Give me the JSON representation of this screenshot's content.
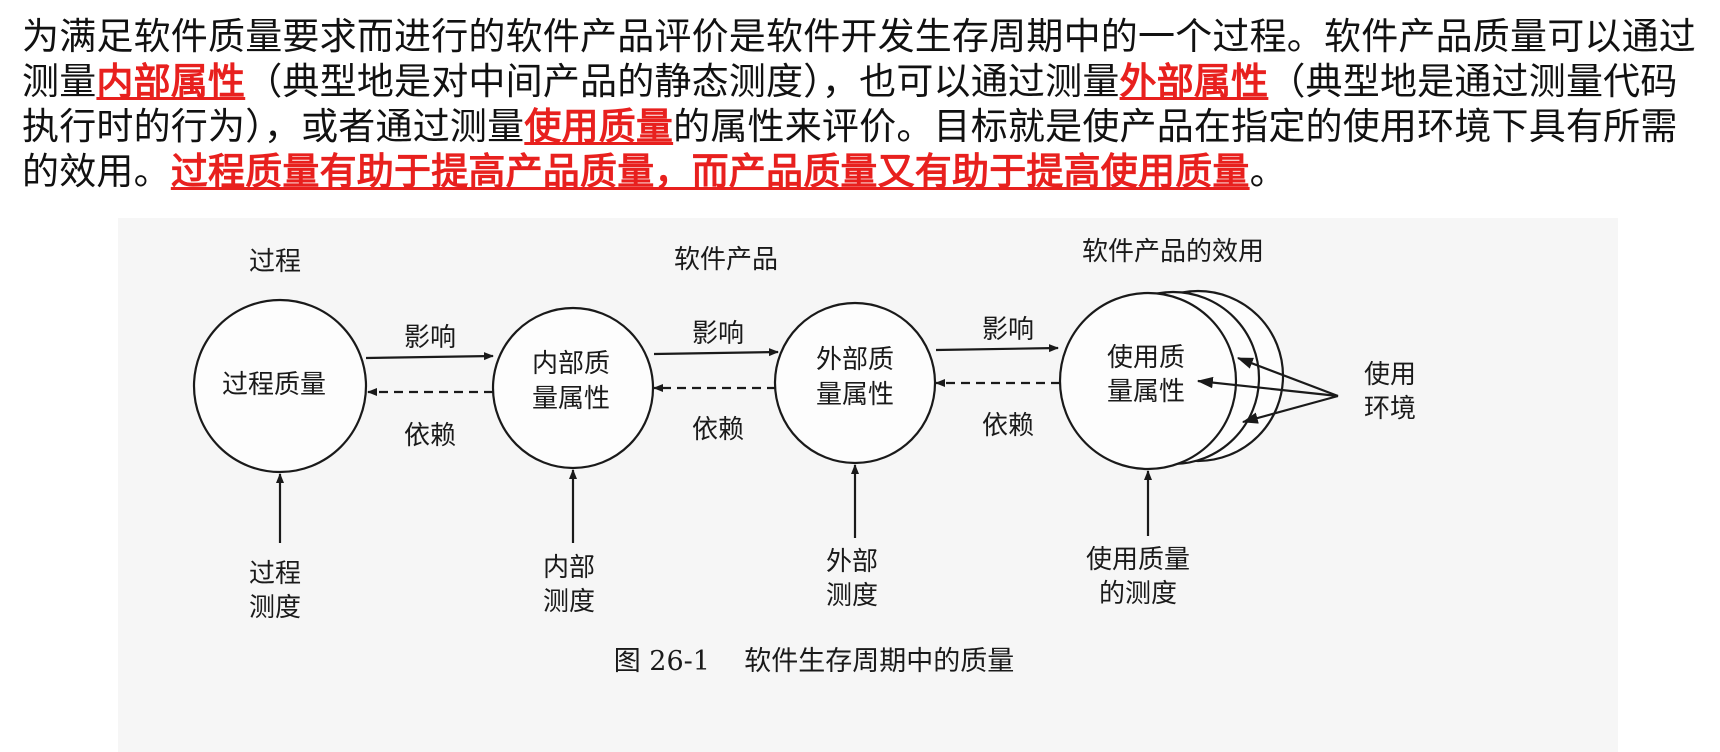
{
  "paragraph": {
    "seg1": "为满足软件质量要求而进行的软件产品评价是软件开发生存周期中的一个过程。软件产品质量可以通过测量",
    "hl1": "内部属性",
    "seg2": "（典型地是对中间产品的静态测度），也可以通过测量",
    "hl2": "外部属性",
    "seg3": "（典型地是通过测量代码执行时的行为），或者通过测量",
    "hl3": "使用质量",
    "seg4": "的属性来评价。目标就是使产品在指定的使用环境下具有所需的效用。",
    "hl4": "过程质量有助于提高产品质量，而产品质量又有助于提高使用质量",
    "seg5": "。"
  },
  "diagram": {
    "headers": {
      "process": "过程",
      "product": "软件产品",
      "effect": "软件产品的效用"
    },
    "nodes": {
      "process_quality": [
        "过程质量"
      ],
      "internal_quality": [
        "内部质",
        "量属性"
      ],
      "external_quality": [
        "外部质",
        "量属性"
      ],
      "use_quality": [
        "使用质",
        "量属性"
      ]
    },
    "edge_labels": {
      "influence": "影响",
      "depend": "依赖"
    },
    "measures": {
      "process": [
        "过程",
        "测度"
      ],
      "internal": [
        "内部",
        "测度"
      ],
      "external": [
        "外部",
        "测度"
      ],
      "use": [
        "使用质量",
        "的测度"
      ]
    },
    "environment": [
      "使用",
      "环境"
    ],
    "caption": "图 26-1    软件生存周期中的质量"
  },
  "colors": {
    "highlight": "#e8201e",
    "text": "#111111",
    "figure_bg": "#f6f6f6"
  }
}
